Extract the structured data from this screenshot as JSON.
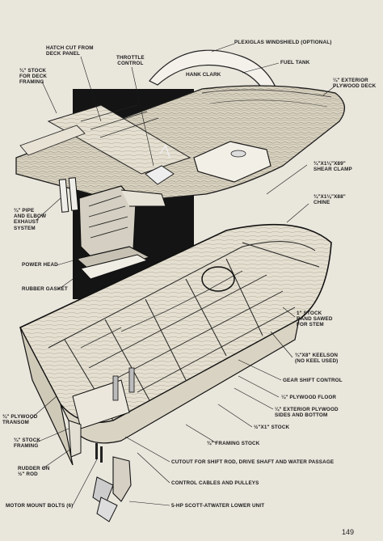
{
  "diagram": {
    "signature": "HANK CLARK",
    "page_number": "149",
    "labels": {
      "hatch_cut": "HATCH CUT FROM\nDECK PANEL",
      "throttle_control": "THROTTLE\nCONTROL",
      "plexiglas_windshield": "PLEXIGLAS WINDSHIELD (OPTIONAL)",
      "fuel_tank": "FUEL TANK",
      "plywood_deck": "¼\" EXTERIOR\nPLYWOOD DECK",
      "deck_framing_stock": "¾\" STOCK\nFOR DECK\nFRAMING",
      "shear_clamp": "¾\"x1⅛\"x89\"\nSHEAR CLAMP",
      "chine": "¾\"x1⅛\"x88\"\nCHINE",
      "pipe_exhaust": "¾\" PIPE\nAND ELBOW\nEXHAUST\nSYSTEM",
      "power_head": "POWER HEAD",
      "rubber_gasket": "RUBBER GASKET",
      "stem_stock": "1\" STOCK\nBAND SAWED\nFOR STEM",
      "keelson": "¾\"x8\" KEELSON\n(NO KEEL USED)",
      "gear_shift": "GEAR SHIFT CONTROL",
      "plywood_floor": "¼\" PLYWOOD FLOOR",
      "sides_bottom": "¼\" EXTERIOR PLYWOOD\nSIDES AND BOTTOM",
      "stock_half_by_one": "½\"x1\" STOCK",
      "plywood_transom": "¾\" PLYWOOD\nTRANSOM",
      "framing_stock_left": "¾\" STOCK\nFRAMING",
      "framing_stock_center": "¾\" FRAMING STOCK",
      "cutout": "CUTOUT FOR SHIFT ROD, DRIVE SHAFT AND WATER PASSAGE",
      "rudder": "RUDDER ON\n½\" ROD",
      "control_cables": "CONTROL CABLES AND PULLEYS",
      "motor_mount_bolts": "MOTOR MOUNT BOLTS (6)",
      "lower_unit": "5-HP SCOTT-ATWATER LOWER UNIT"
    }
  }
}
